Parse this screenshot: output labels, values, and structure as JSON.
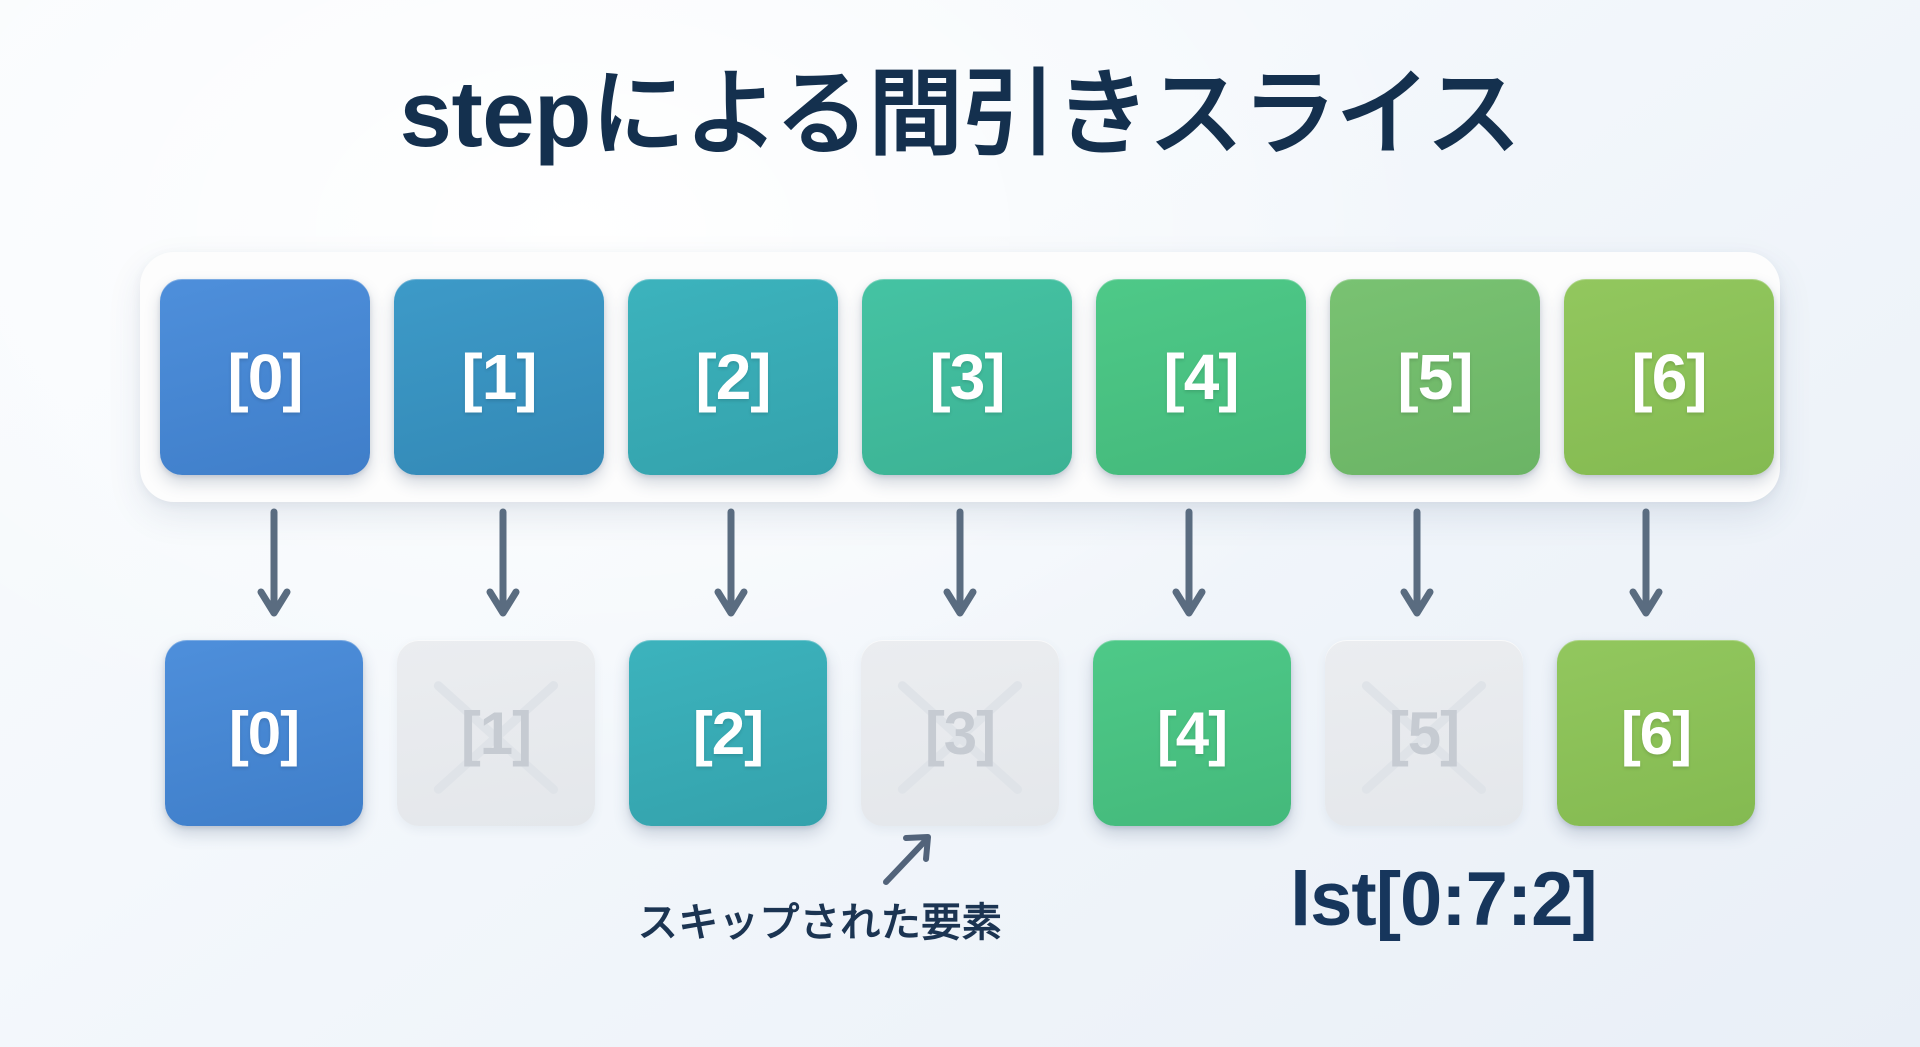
{
  "title": "stepによる間引きスライス",
  "colors": {
    "background": "#f4f8fc",
    "panel": "#fdfdfd",
    "title_text": "#14304e",
    "arrow": "#5a6c80",
    "skipped_card": "#e7eaee",
    "skipped_text": "#c6cbd2",
    "code_text": "#17365c"
  },
  "top_row": {
    "name": "original-list",
    "cards": [
      {
        "label": "[0]",
        "color": "#4e8fdb",
        "color_dark": "#3f7ec9"
      },
      {
        "label": "[1]",
        "color": "#3d9ac8",
        "color_dark": "#3389b6"
      },
      {
        "label": "[2]",
        "color": "#3cb3bd",
        "color_dark": "#34a2ac"
      },
      {
        "label": "[3]",
        "color": "#45c3a3",
        "color_dark": "#3cb294"
      },
      {
        "label": "[4]",
        "color": "#4ec988",
        "color_dark": "#44b97b"
      },
      {
        "label": "[5]",
        "color": "#79c272",
        "color_dark": "#6bb465"
      },
      {
        "label": "[6]",
        "color": "#92c75e",
        "color_dark": "#84ba51"
      }
    ]
  },
  "arrows": {
    "count": 7,
    "direction": "down"
  },
  "bottom_row": {
    "name": "sliced-result",
    "cards": [
      {
        "label": "[0]",
        "color": "#4e8fdb",
        "color_dark": "#3f7ec9",
        "skipped": false
      },
      {
        "label": "[1]",
        "color": "#e7eaee",
        "color_dark": "#dfe3e8",
        "skipped": true
      },
      {
        "label": "[2]",
        "color": "#3cb3bd",
        "color_dark": "#34a2ac",
        "skipped": false
      },
      {
        "label": "[3]",
        "color": "#e7eaee",
        "color_dark": "#dfe3e8",
        "skipped": true
      },
      {
        "label": "[4]",
        "color": "#4ec988",
        "color_dark": "#44b97b",
        "skipped": false
      },
      {
        "label": "[5]",
        "color": "#e7eaee",
        "color_dark": "#dfe3e8",
        "skipped": true
      },
      {
        "label": "[6]",
        "color": "#92c75e",
        "color_dark": "#84ba51",
        "skipped": false
      }
    ]
  },
  "caption": {
    "text": "スキップされた要素",
    "pointer": "up-right-arrow"
  },
  "code_label": "lst[0:7:2]"
}
